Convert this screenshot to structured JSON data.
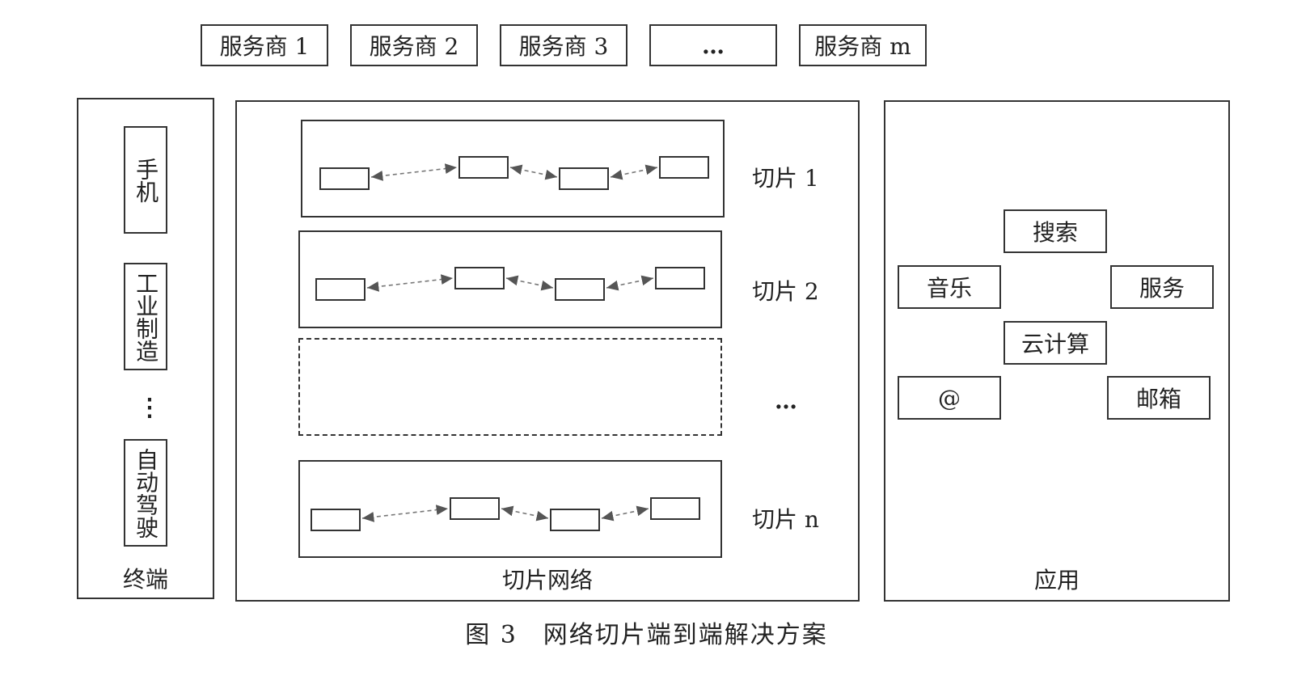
{
  "providers": [
    "服务商 1",
    "服务商 2",
    "服务商 3",
    "…",
    "服务商 m"
  ],
  "terminal": {
    "title": "终端",
    "devices": [
      "手机",
      "工业制造",
      "自动驾驶"
    ],
    "ellipsis": "⋮"
  },
  "slicing": {
    "title": "切片网络",
    "slices": [
      "切片 1",
      "切片 2",
      "…",
      "切片 n"
    ]
  },
  "apps": {
    "title": "应用",
    "items": [
      "搜索",
      "音乐",
      "服务",
      "云计算",
      "@",
      "邮箱"
    ]
  },
  "caption": "图 3　网络切片端到端解决方案",
  "colors": {
    "stroke": "#333333",
    "arrow": "#666666"
  }
}
